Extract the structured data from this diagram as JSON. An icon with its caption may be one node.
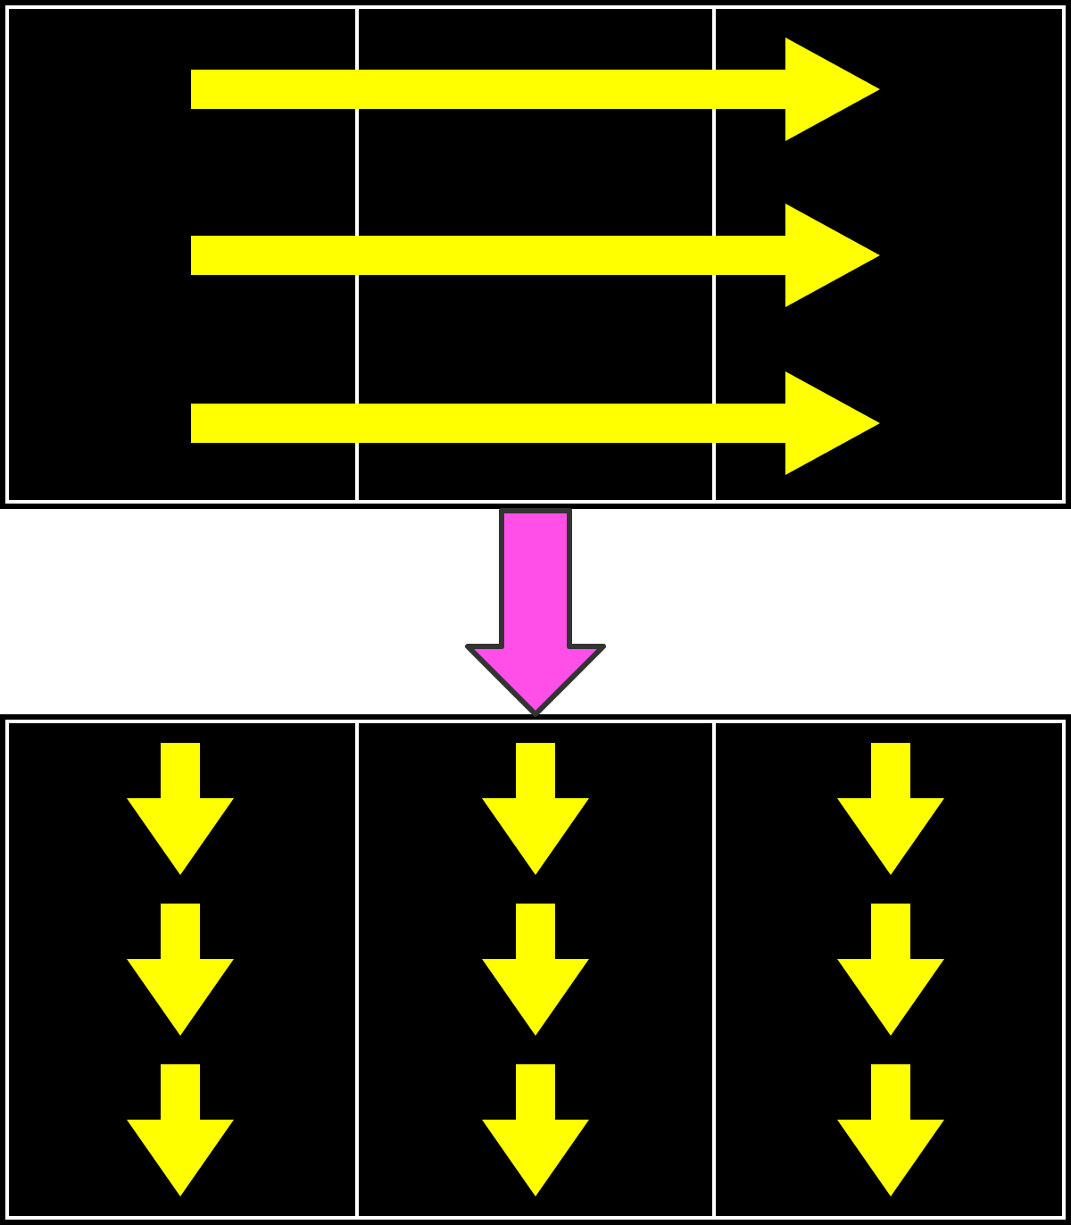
{
  "diagram": {
    "nodes": [
      {
        "text": [],
        "shape": "box"
      },
      {
        "text": [],
        "shape": "box"
      }
    ],
    "edges": [
      {
        "from": 0,
        "to": 1,
        "arrow": "to"
      }
    ]
  }
}
